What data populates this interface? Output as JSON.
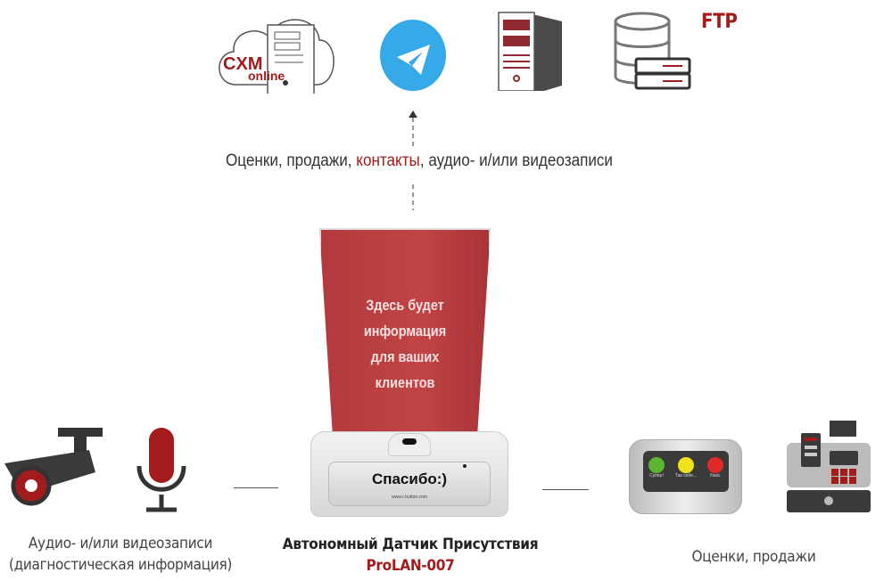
{
  "top_icons": {
    "cxm_word": "CXM",
    "cxm_sub": "online",
    "ftp_label": "FTP",
    "icons": [
      "cloud-server-icon",
      "telegram-icon",
      "server-tower-icon",
      "database-icon"
    ]
  },
  "flow": {
    "part1": "Оценки, продажи, ",
    "highlight": "контакты",
    "part2": ", аудио- и/или видеозаписи"
  },
  "device": {
    "sign_lines": [
      "Здесь будет",
      "информация",
      "для ваших",
      "клиентов"
    ],
    "thanks": "Спасибо:)",
    "url": "www.r-button.com",
    "title": "Автономный Датчик Присутствия",
    "model": "ProLAN-007"
  },
  "left": {
    "line1": "Аудио- и/или видеозаписи",
    "line2": "(диагностическая информация)"
  },
  "right": {
    "label": "Оценки, продажи",
    "buttons": [
      "Супер!",
      "Так себе...",
      "Ужас."
    ]
  },
  "colors": {
    "accent": "#a31c1c",
    "telegram": "#36a9e8"
  }
}
